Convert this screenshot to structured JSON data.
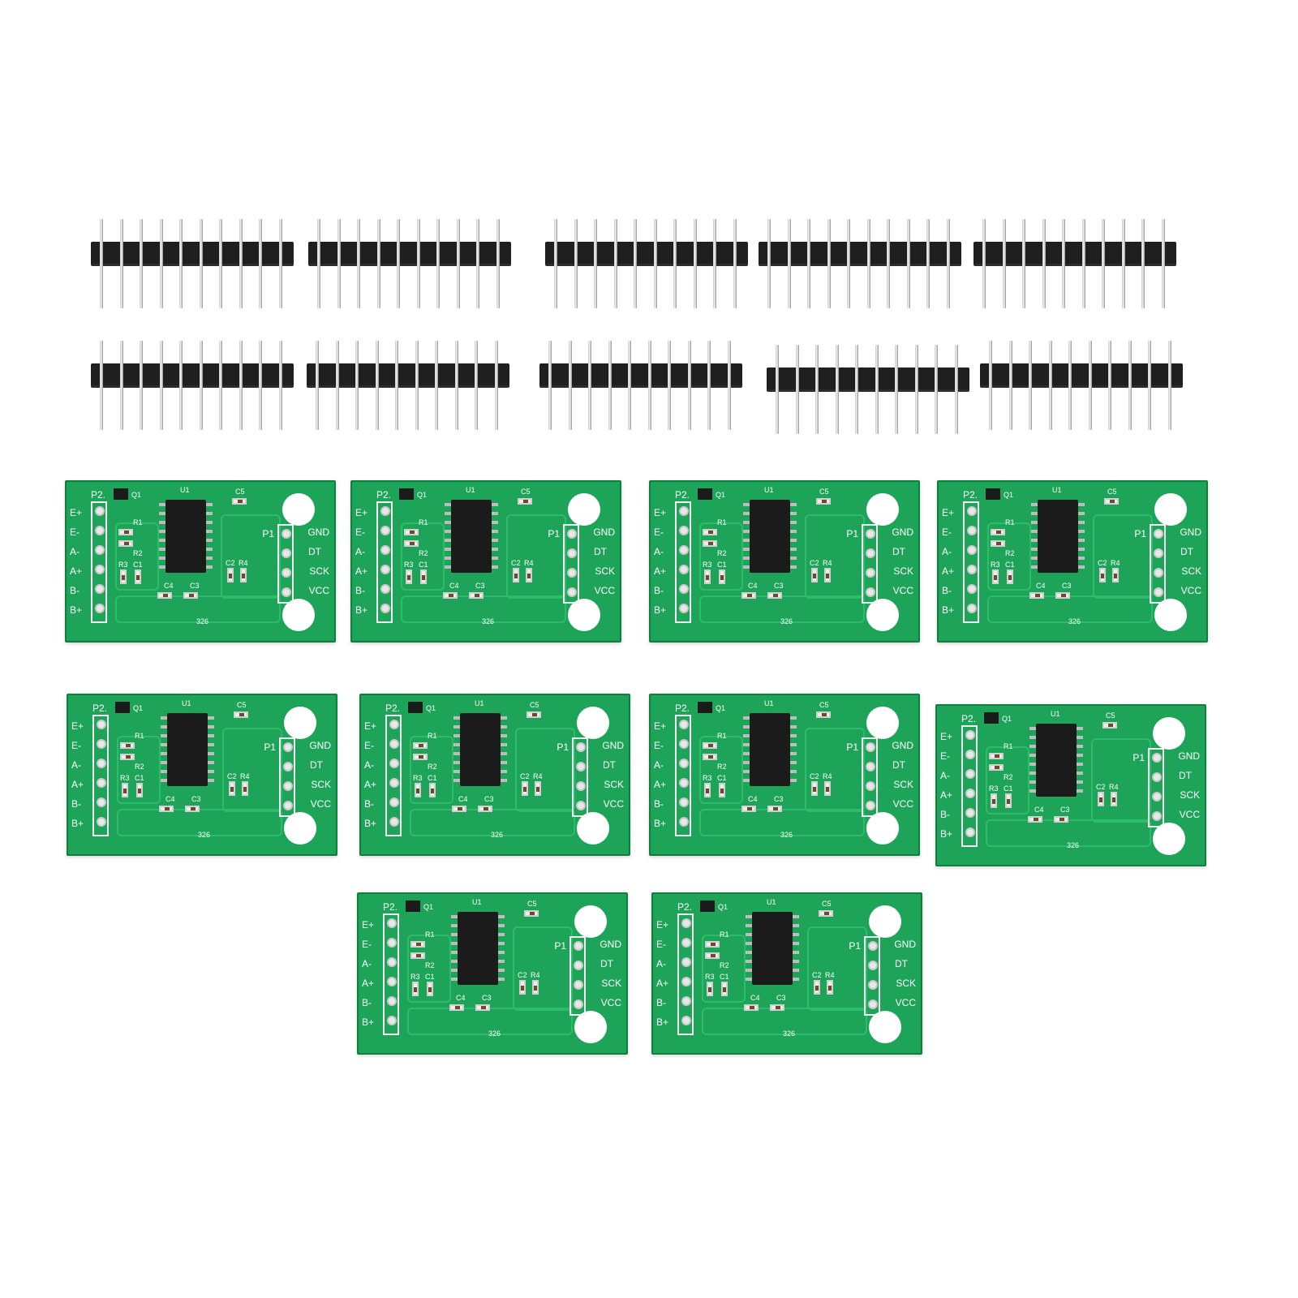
{
  "product": {
    "header_count": 10,
    "pins_per_header": 10,
    "board_count": 10
  },
  "board_labels": {
    "p2_header": "P2.",
    "p1_header": "P1",
    "p2_pins": [
      "E+",
      "E-",
      "A-",
      "A+",
      "B-",
      "B+"
    ],
    "p1_pins": [
      "GND",
      "DT",
      "SCK",
      "VCC"
    ],
    "chip": "U1",
    "transistor": "Q1",
    "components": [
      "R1",
      "R2",
      "R3",
      "C1",
      "C2",
      "R4",
      "C4",
      "C3",
      "C5"
    ],
    "board_code": "326"
  },
  "colors": {
    "pcb_green": "#1ea458",
    "header_black": "#1f1f1f",
    "pin_silver": "#d8d8d8",
    "background": "#ffffff"
  }
}
